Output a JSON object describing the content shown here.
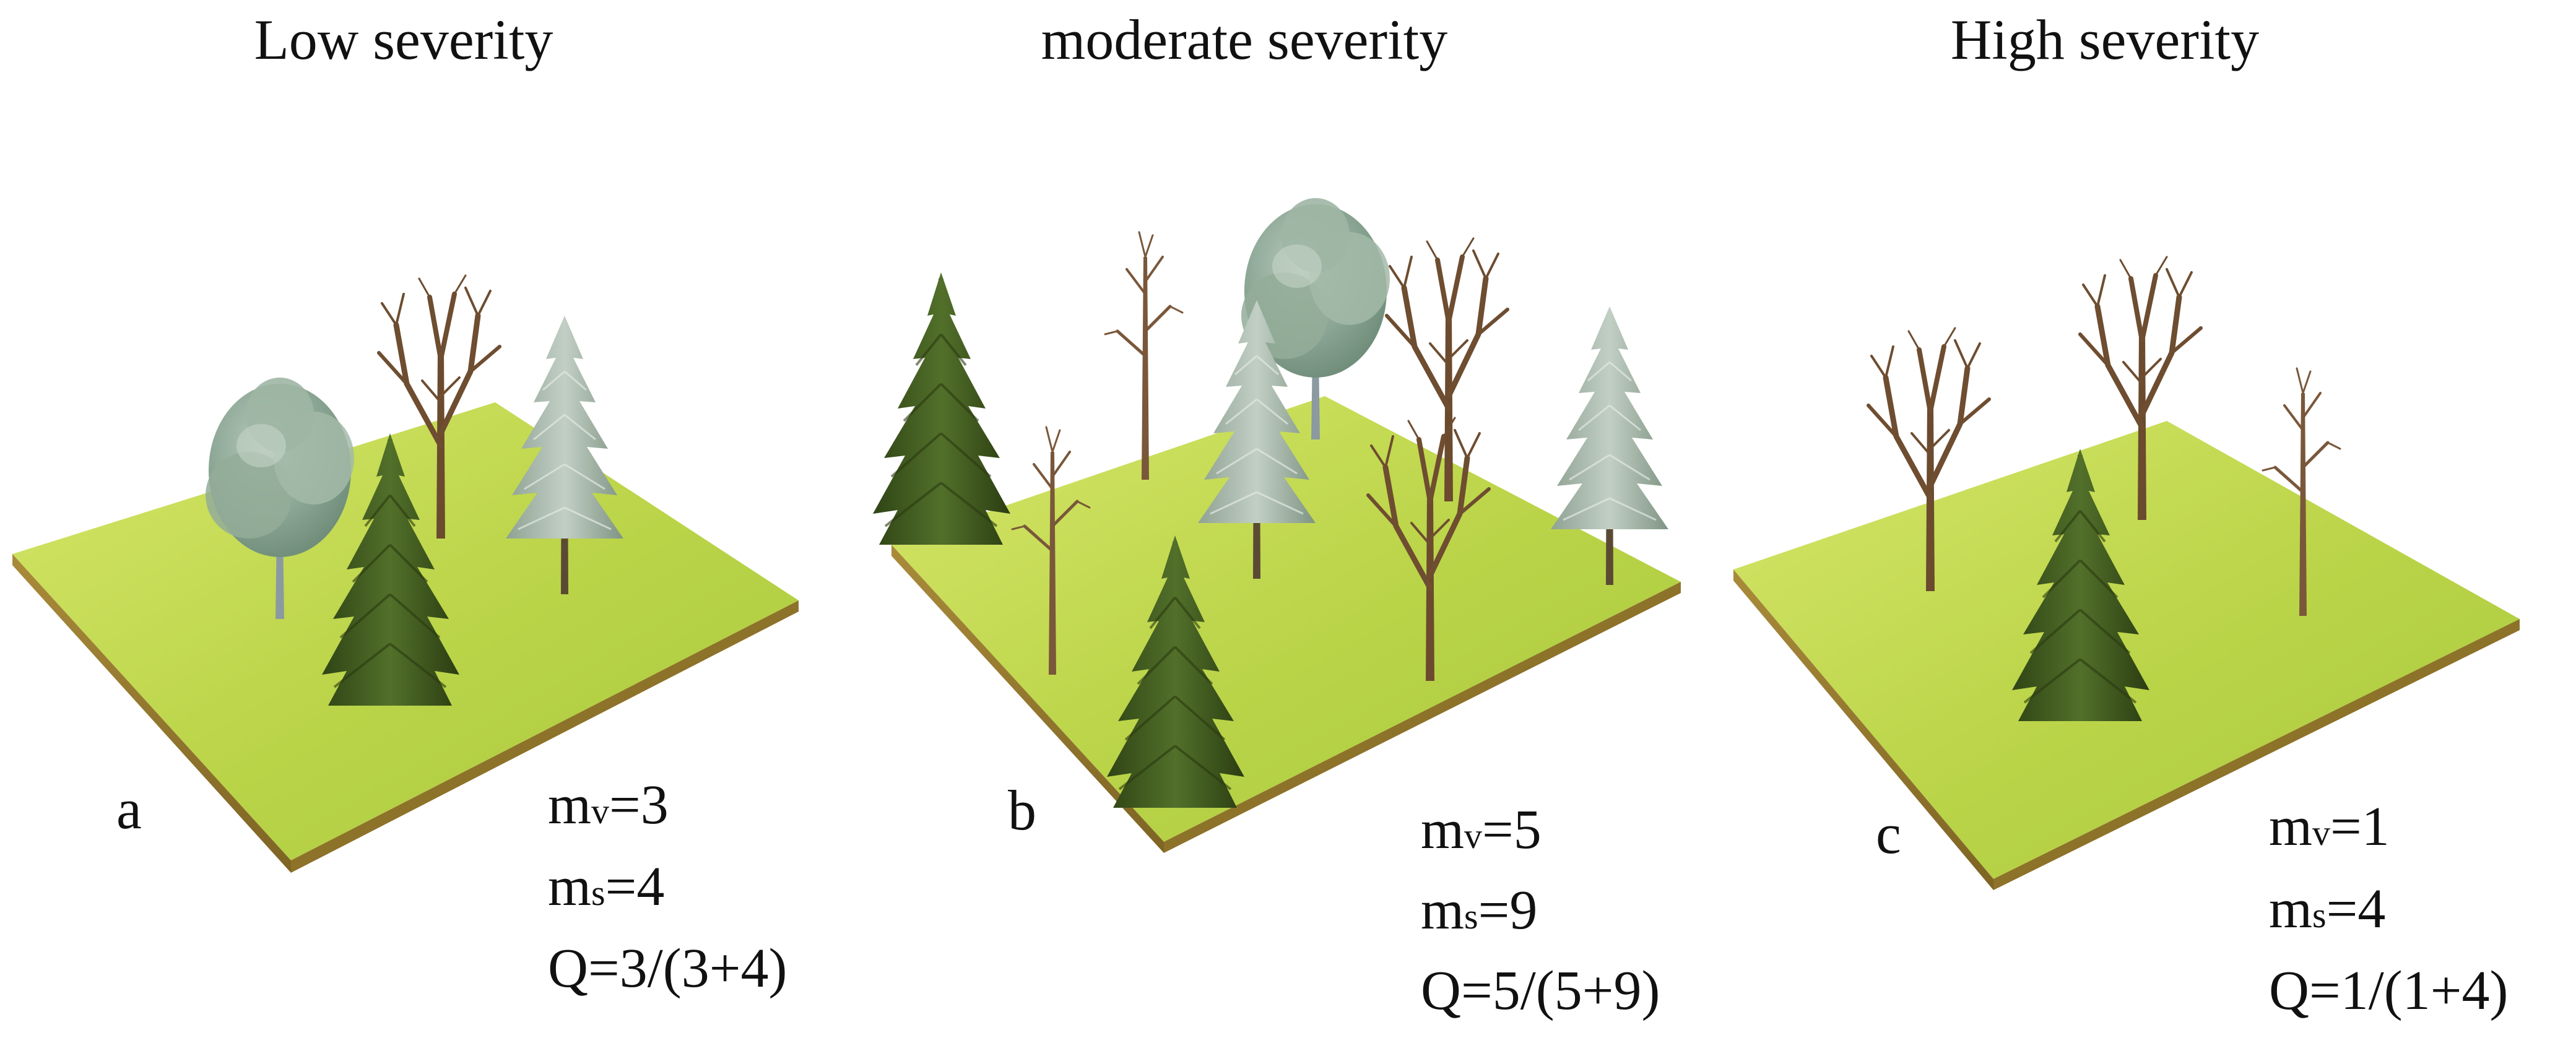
{
  "panels": [
    {
      "title": "Low severity",
      "letter": "a",
      "mv": {
        "symbol": "m",
        "subscript": "v",
        "value": "=3"
      },
      "ms": {
        "symbol": "m",
        "subscript": "s",
        "value": "=4"
      },
      "q": "Q=3/(3+4)"
    },
    {
      "title": "moderate severity",
      "letter": "b",
      "mv": {
        "symbol": "m",
        "subscript": "v",
        "value": "=5"
      },
      "ms": {
        "symbol": "m",
        "subscript": "s",
        "value": "=9"
      },
      "q": "Q=5/(5+9)"
    },
    {
      "title": "High severity",
      "letter": "c",
      "mv": {
        "symbol": "m",
        "subscript": "v",
        "value": "=1"
      },
      "ms": {
        "symbol": "m",
        "subscript": "s",
        "value": "=4"
      },
      "q": "Q=1/(1+4)"
    }
  ],
  "colors": {
    "grass_light": "#cfe05a",
    "grass_dark": "#a7c83a",
    "soil_edge": "#9a7d33",
    "dead_wood": "#6b4a2e",
    "spruce_green": "#3f5a1e",
    "pale_green": "#8ea996",
    "frosted_green": "#9fb0a4"
  },
  "icons": {
    "live_broadleaf": "broadleaf-tree-icon",
    "live_spruce": "spruce-tree-icon",
    "live_pale_conifer": "pale-conifer-icon",
    "dead_tree": "dead-tree-icon"
  }
}
